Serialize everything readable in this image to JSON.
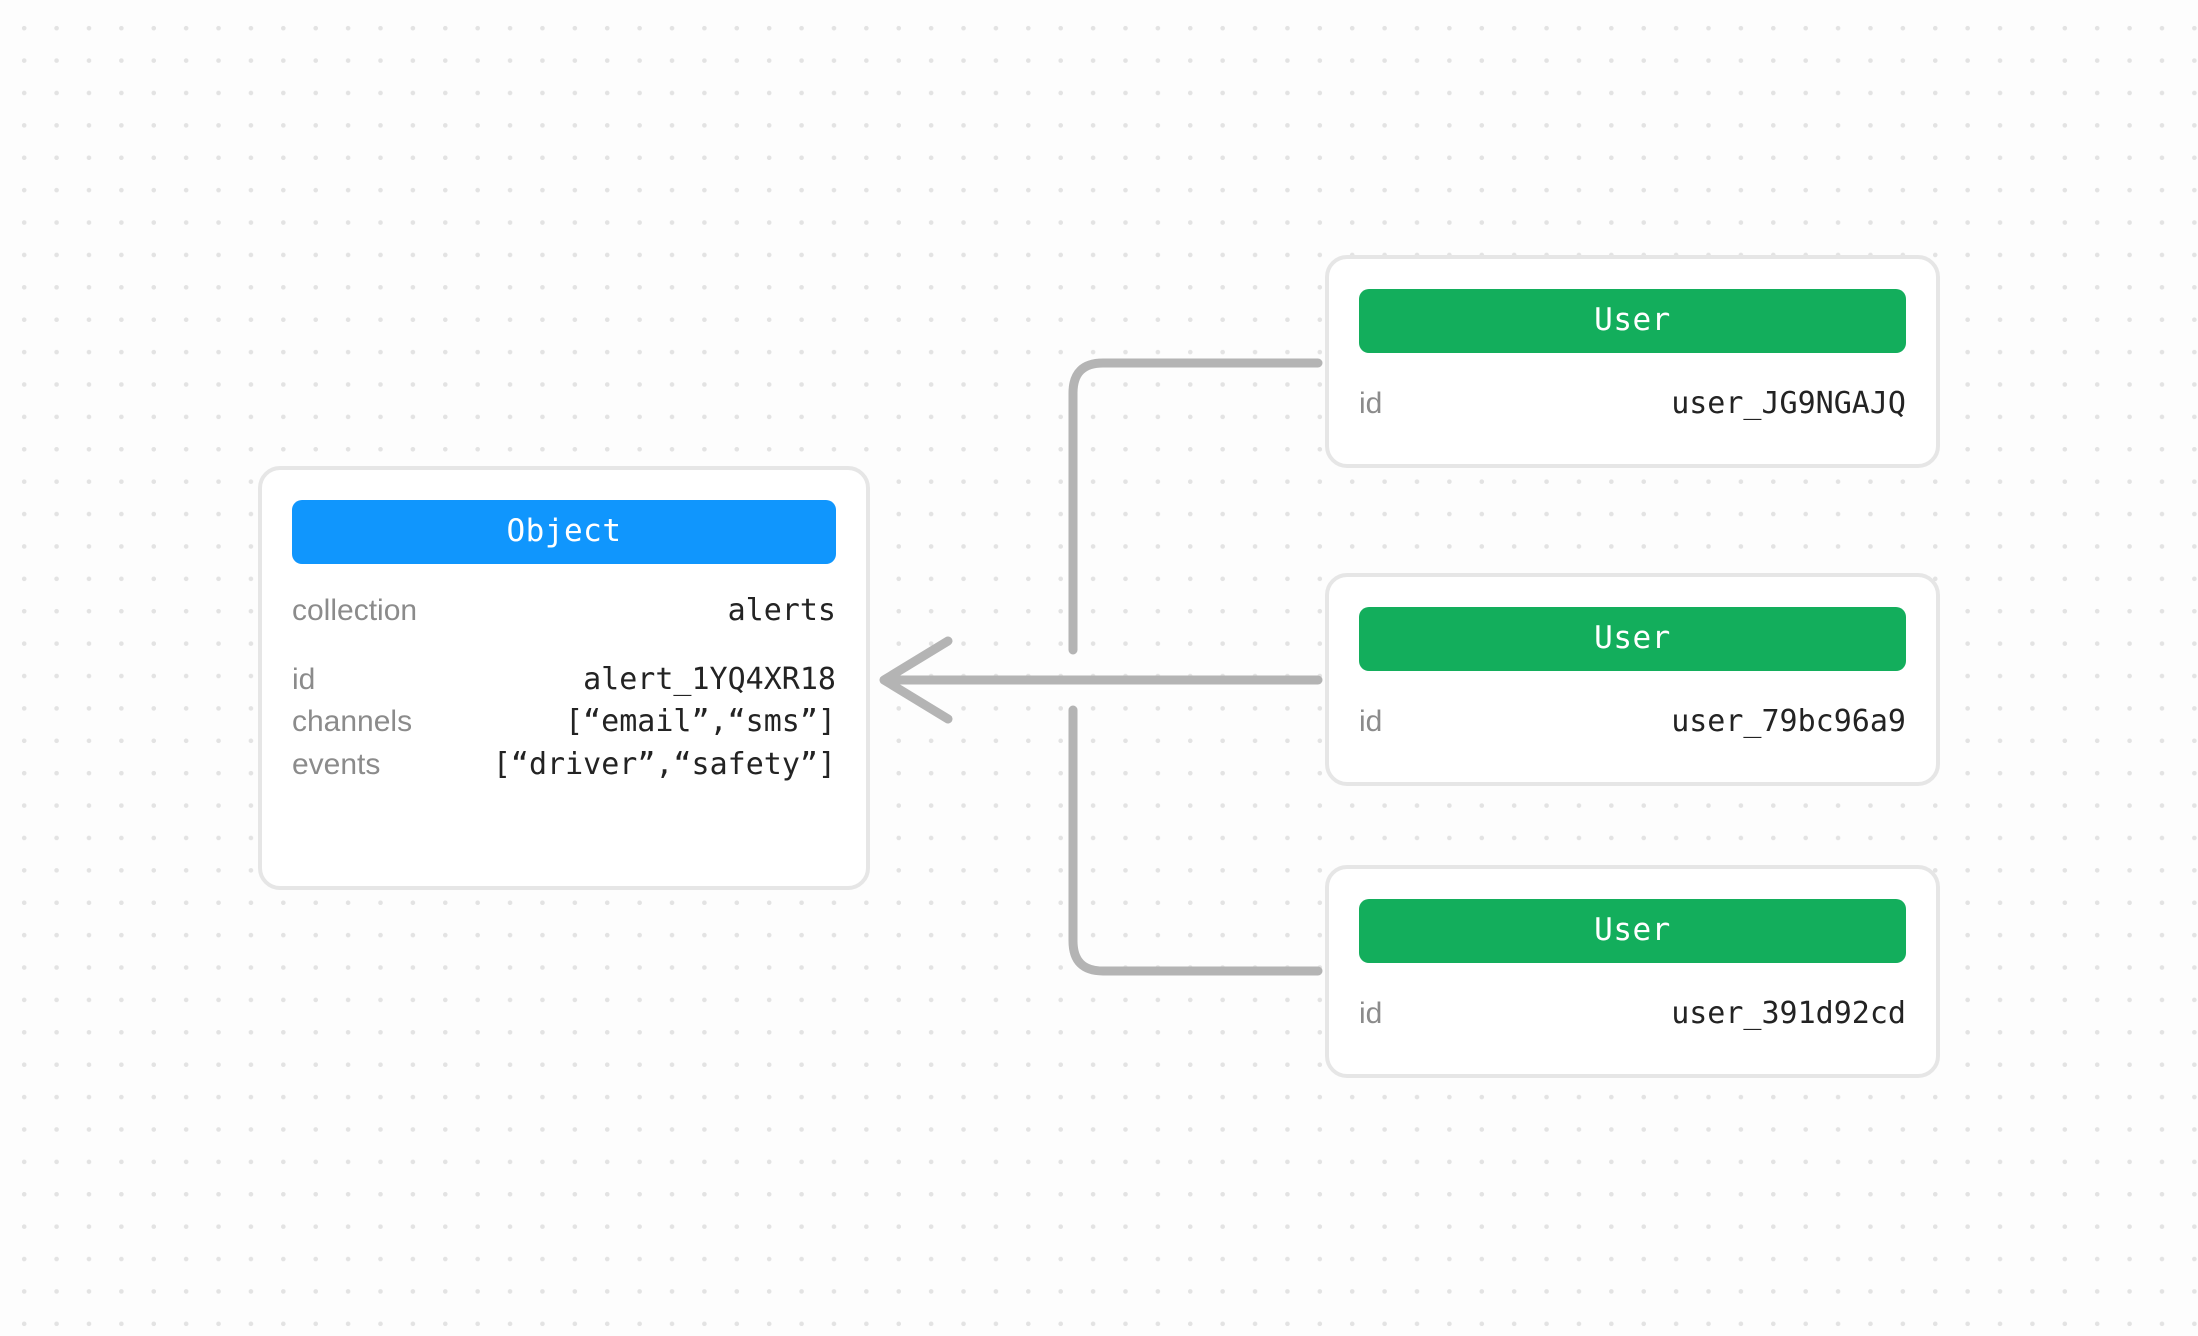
{
  "canvas": {
    "background_color": "#fdfdfd",
    "dot_color": "#e3e3e3",
    "edge_color": "#b4b4b4",
    "card_border_color": "#e6e6e6"
  },
  "object_node": {
    "header_label": "Object",
    "header_color": "#1096fd",
    "rows": [
      {
        "key": "collection",
        "value": "alerts"
      },
      {
        "key": "id",
        "value": "alert_1YQ4XR18"
      },
      {
        "key": "channels",
        "value": "[“email”,“sms”]"
      },
      {
        "key": "events",
        "value": "[“driver”,“safety”]"
      }
    ]
  },
  "user_nodes": [
    {
      "header_label": "User",
      "header_color": "#13ae5c",
      "rows": [
        {
          "key": "id",
          "value": "user_JG9NGAJQ"
        }
      ]
    },
    {
      "header_label": "User",
      "header_color": "#13ae5c",
      "rows": [
        {
          "key": "id",
          "value": "user_79bc96a9"
        }
      ]
    },
    {
      "header_label": "User",
      "header_color": "#13ae5c",
      "rows": [
        {
          "key": "id",
          "value": "user_391d92cd"
        }
      ]
    }
  ],
  "edges": [
    {
      "from": "user_JG9NGAJQ",
      "to": "alert_1YQ4XR18"
    },
    {
      "from": "user_79bc96a9",
      "to": "alert_1YQ4XR18"
    },
    {
      "from": "user_391d92cd",
      "to": "alert_1YQ4XR18"
    }
  ]
}
